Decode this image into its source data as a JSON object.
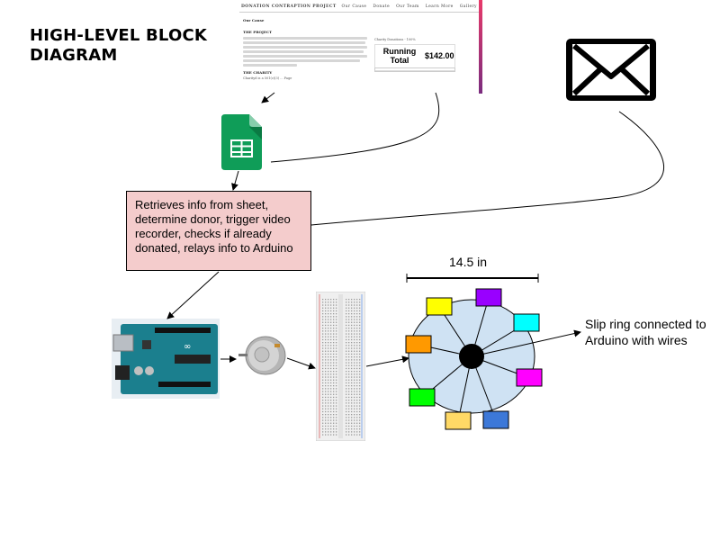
{
  "title": {
    "line1": "HIGH-LEVEL BLOCK",
    "line2": "DIAGRAM"
  },
  "website": {
    "brand": "DONATION CONTRAPTION PROJECT",
    "nav": [
      "Our Cause",
      "Donate",
      "Our Team",
      "Learn More",
      "Gallery"
    ],
    "section_heading": "Our Cause",
    "project_heading": "THE PROJECT",
    "charity_heading": "THE CHARITY",
    "charity_text": "Charityd is a 501(c)(3) ... Page",
    "goal_text": "Charity Donations - 100%",
    "running_total_label": "Running Total",
    "running_total_value": "$142.00",
    "accent_gradient": [
      "#e83a6a",
      "#7a2c7e"
    ]
  },
  "icons": {
    "sheets": "google-sheets-icon",
    "mail": "envelope-icon",
    "arduino": "arduino-board-image",
    "motor": "dc-motor-image",
    "breadboard": "breadboard-image"
  },
  "process_box": {
    "text": "Retrieves info from sheet, determine donor, trigger video recorder, checks if already donated, relays info to Arduino",
    "fill": "#f4cccc"
  },
  "wheel": {
    "diameter_label": "14.5 in",
    "fill": "#cfe2f3",
    "compartment_colors": [
      "#ffff00",
      "#9900ff",
      "#00ffff",
      "#ff00ff",
      "#3c78d8",
      "#ffd966",
      "#00ff00",
      "#ff9900"
    ]
  },
  "slip_ring_label": {
    "line1": "Slip ring connected to",
    "line2": "Arduino with wires"
  }
}
